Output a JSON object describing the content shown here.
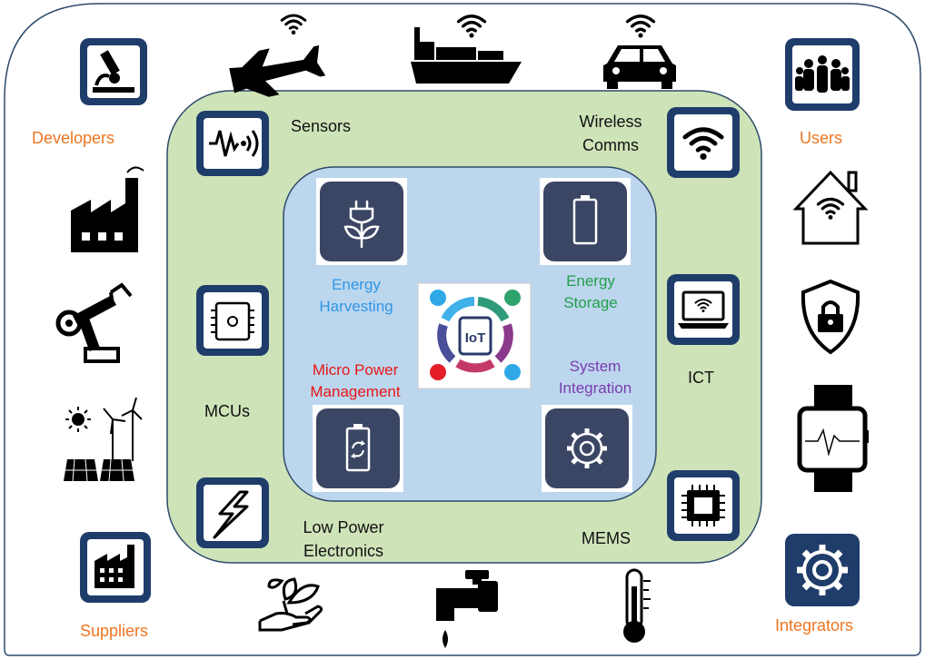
{
  "outer_labels": {
    "developers": "Developers",
    "users": "Users",
    "suppliers": "Suppliers",
    "integrators": "Integrators"
  },
  "middle_labels": {
    "sensors": "Sensors",
    "wireless_line1": "Wireless",
    "wireless_line2": "Comms",
    "mcus": "MCUs",
    "ict": "ICT",
    "low_power_line1": "Low Power",
    "low_power_line2": "Electronics",
    "mems": "MEMS"
  },
  "inner_labels": {
    "harvesting_line1": "Energy",
    "harvesting_line2": "Harvesting",
    "storage_line1": "Energy",
    "storage_line2": "Storage",
    "micro_line1": "Micro Power",
    "micro_line2": "Management",
    "system_line1": "System",
    "system_line2": "Integration"
  },
  "center_logo_text": "IoT",
  "colors": {
    "orange": "#ee7520",
    "navy": "#1f3d6b",
    "green_region": "#cfe3b9",
    "blue_region": "#bcd6ee",
    "tile": "#3a4663"
  },
  "icons": {
    "outer": [
      "microscope-icon",
      "factory-icon",
      "robot-arm-icon",
      "solar-wind-icon",
      "supplier-factory-icon",
      "airplane-wifi-icon",
      "ship-wifi-icon",
      "car-wifi-icon",
      "users-group-icon",
      "smart-home-icon",
      "security-shield-icon",
      "smartwatch-icon",
      "integrator-gear-icon",
      "plant-hand-icon",
      "water-tap-icon",
      "thermometer-icon"
    ],
    "middle": [
      "sensor-wave-icon",
      "wifi-icon",
      "mcu-chip-icon",
      "laptop-wifi-icon",
      "lightning-icon",
      "mems-chip-icon"
    ],
    "inner": [
      "plug-leaf-icon",
      "battery-icon",
      "battery-cycle-icon",
      "gear-icon",
      "iot-logo-icon"
    ]
  }
}
